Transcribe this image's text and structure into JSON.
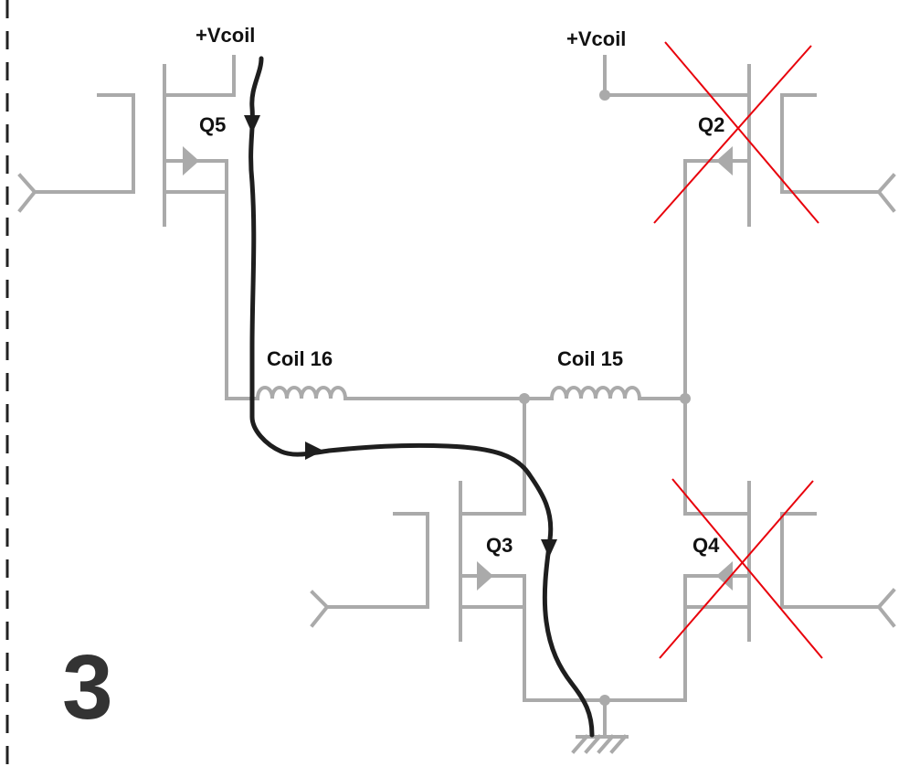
{
  "diagram": {
    "step_number": "3",
    "supply_labels": {
      "left": "+Vcoil",
      "right": "+Vcoil"
    },
    "transistors": [
      {
        "id": "q5",
        "label": "Q5",
        "active": true
      },
      {
        "id": "q2",
        "label": "Q2",
        "active": false
      },
      {
        "id": "q3",
        "label": "Q3",
        "active": true
      },
      {
        "id": "q4",
        "label": "Q4",
        "active": false
      }
    ],
    "coils": [
      {
        "id": "coil16",
        "label": "Coil 16"
      },
      {
        "id": "coil15",
        "label": "Coil 15"
      }
    ],
    "colors": {
      "wire": "#aaaaaa",
      "current_path": "#1e1e1e",
      "disabled_mark": "#e8000b",
      "step_number": "#333333"
    }
  }
}
